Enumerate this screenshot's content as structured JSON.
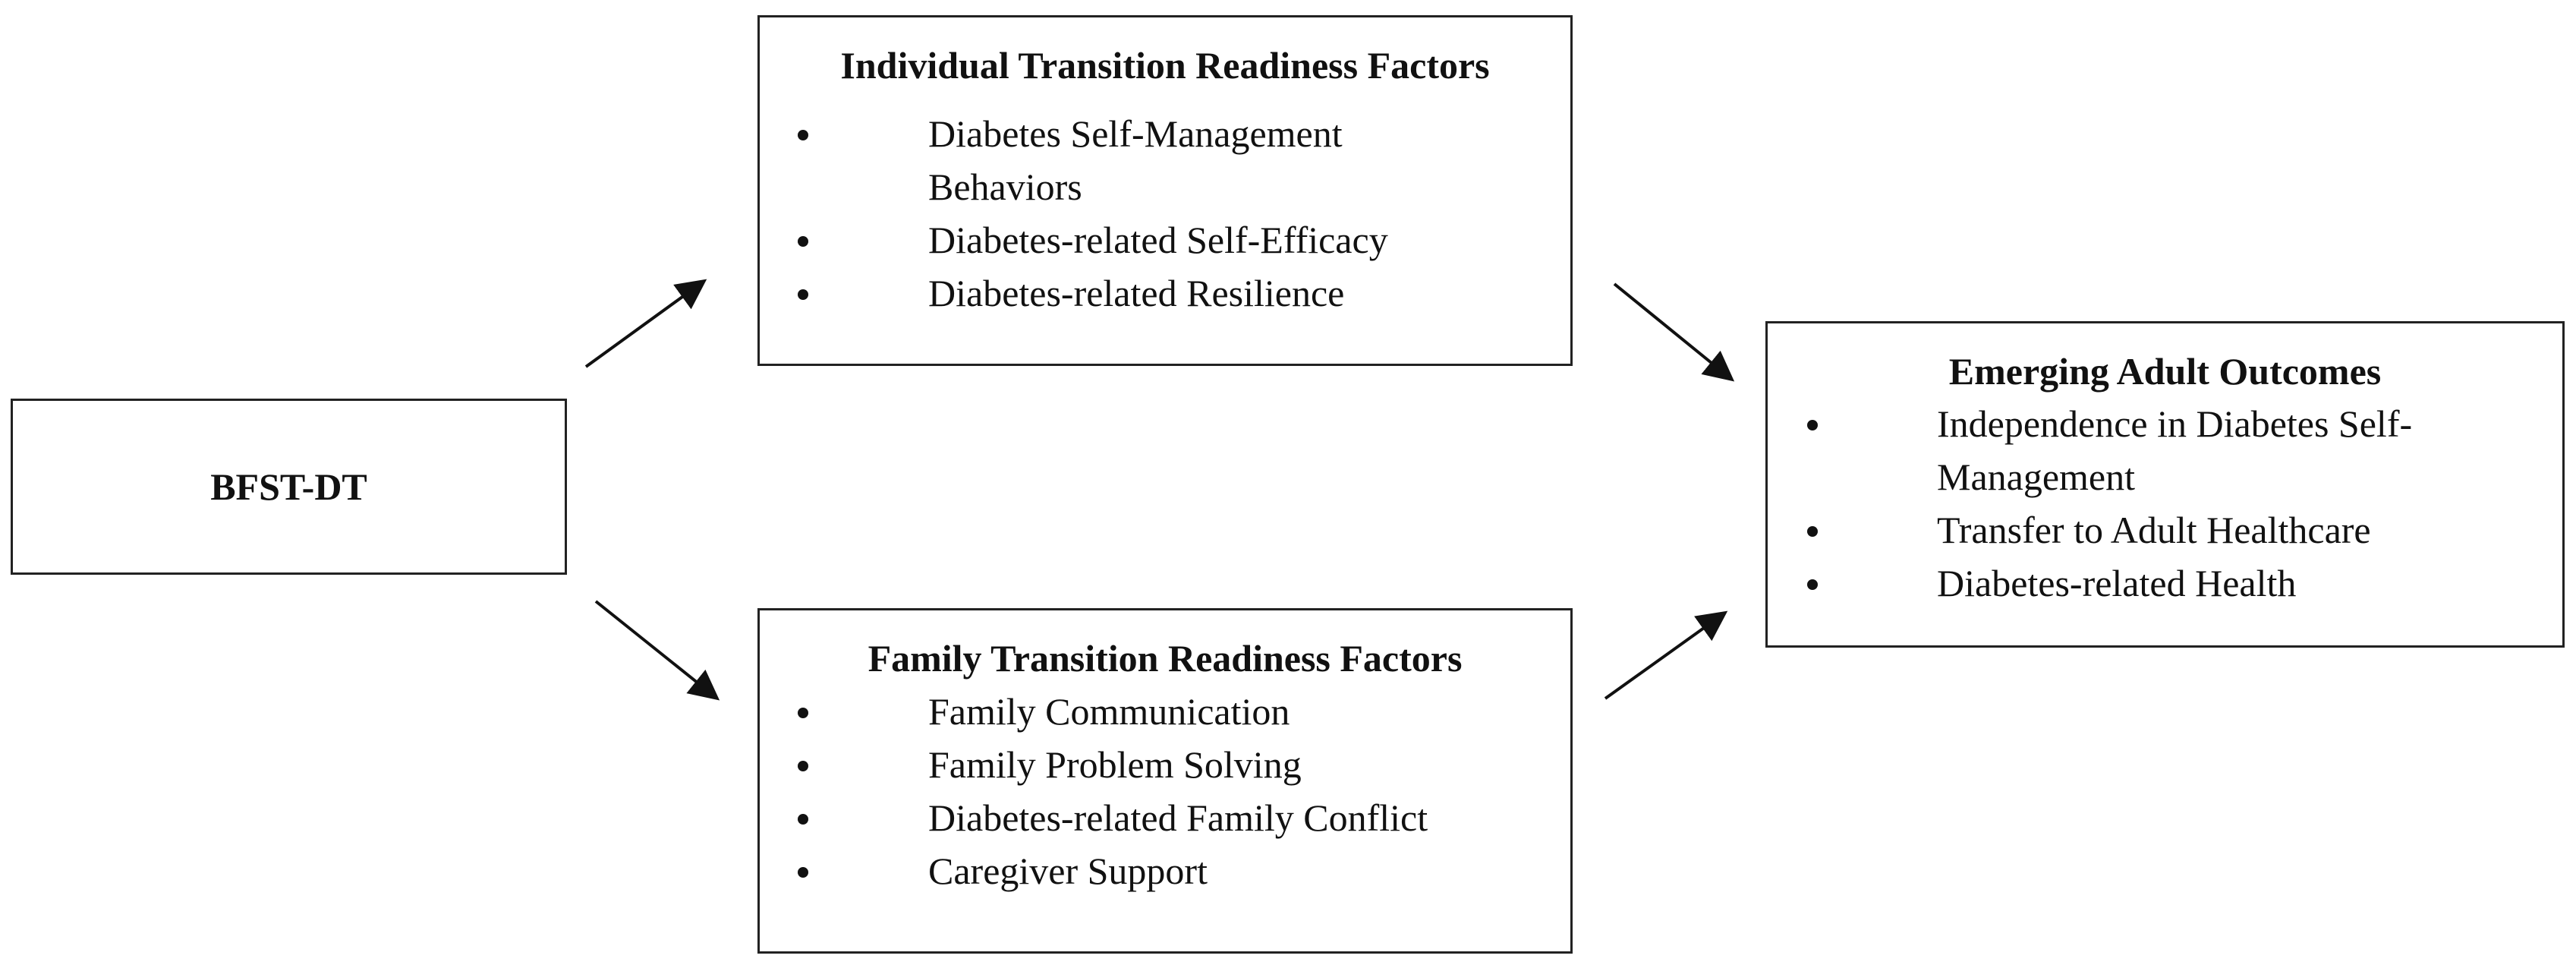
{
  "intervention": {
    "label": "BFST-DT"
  },
  "individual_factors": {
    "title": "Individual Transition Readiness Factors",
    "items": [
      {
        "lines": [
          "Diabetes Self-Management",
          "Behaviors"
        ]
      },
      {
        "lines": [
          "Diabetes-related Self-Efficacy"
        ]
      },
      {
        "lines": [
          "Diabetes-related Resilience"
        ]
      }
    ]
  },
  "family_factors": {
    "title": "Family Transition Readiness Factors",
    "items": [
      {
        "lines": [
          "Family Communication"
        ]
      },
      {
        "lines": [
          "Family Problem Solving"
        ]
      },
      {
        "lines": [
          "Diabetes-related Family Conflict"
        ]
      },
      {
        "lines": [
          "Caregiver Support"
        ]
      }
    ]
  },
  "outcomes": {
    "title": "Emerging Adult Outcomes",
    "items": [
      {
        "lines": [
          "Independence in Diabetes Self-",
          "Management"
        ]
      },
      {
        "lines": [
          "Transfer to Adult Healthcare"
        ]
      },
      {
        "lines": [
          "Diabetes-related Health"
        ]
      }
    ]
  }
}
